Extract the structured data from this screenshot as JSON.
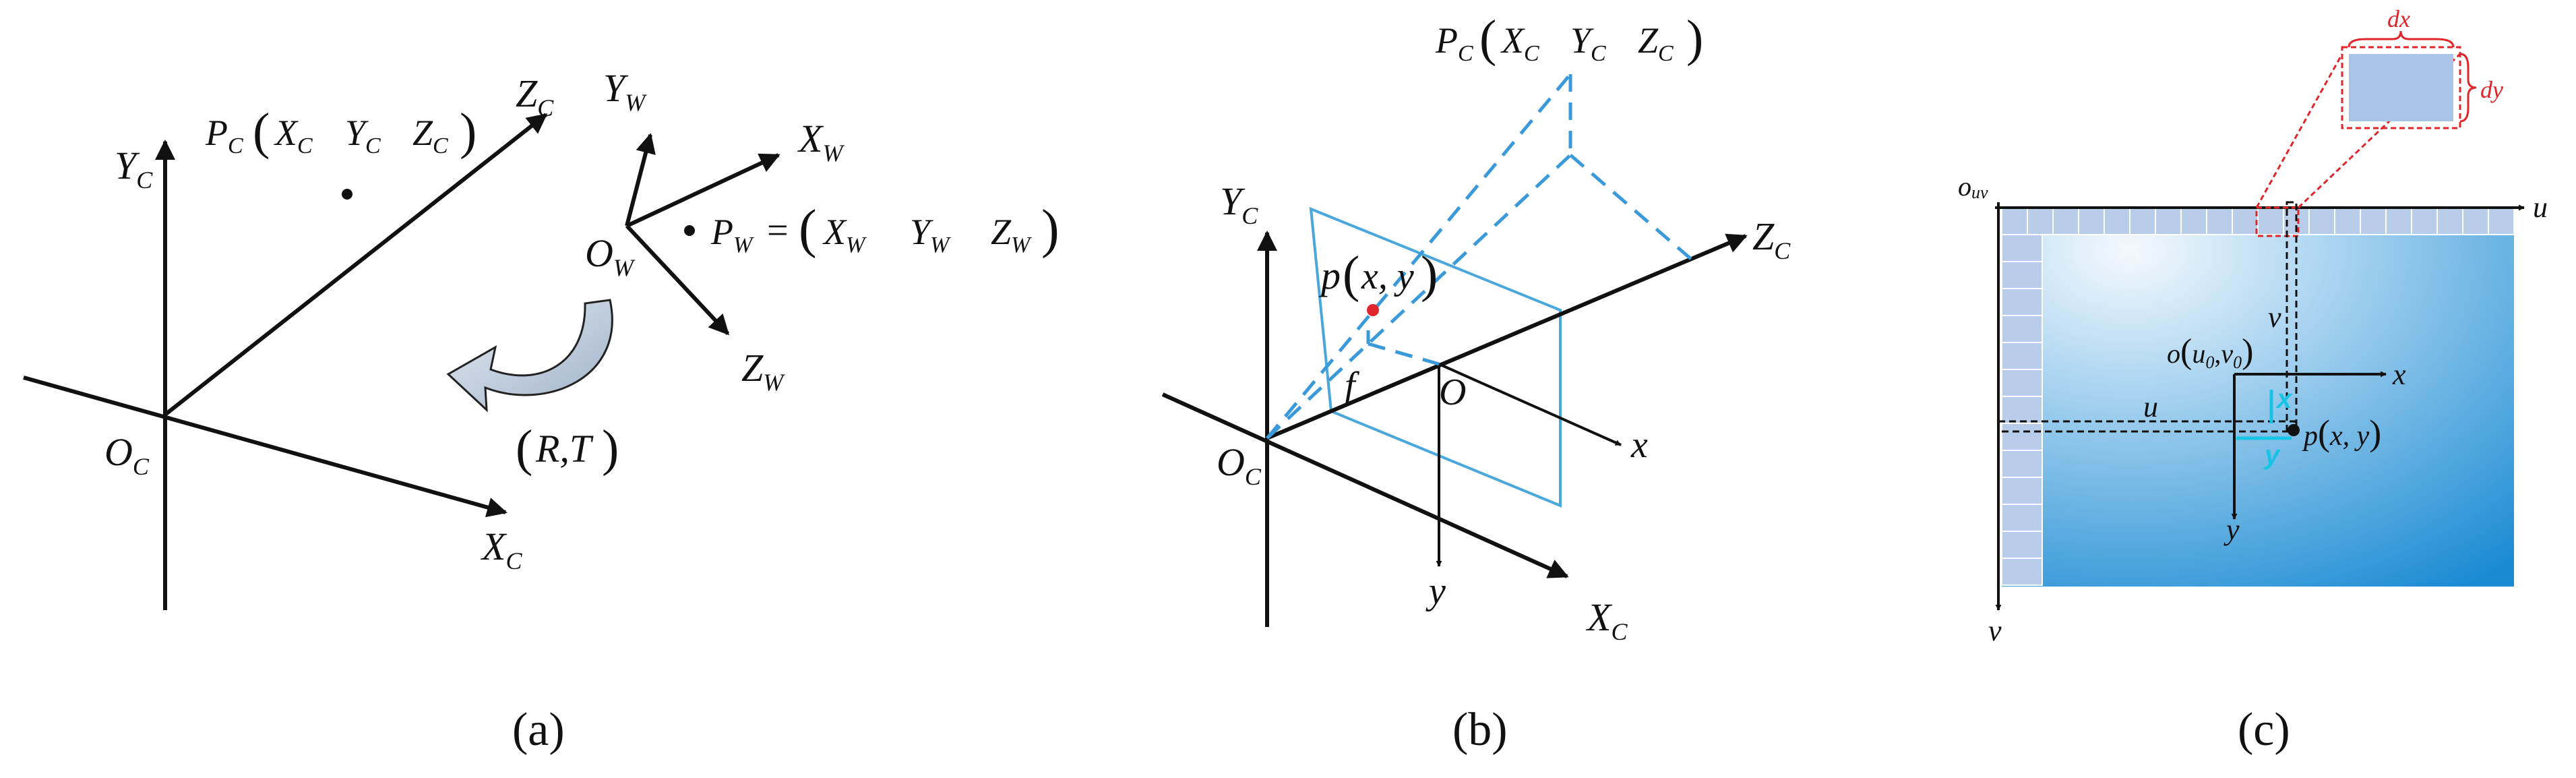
{
  "panels": {
    "a": {
      "caption": "(a)",
      "yc": "Y",
      "yc_sub": "C",
      "zc": "Z",
      "zc_sub": "C",
      "xc": "X",
      "xc_sub": "C",
      "oc": "O",
      "oc_sub": "C",
      "pc": "P",
      "pc_sub": "C",
      "pc_x": "X",
      "pc_y": "Y",
      "pc_z": "Z",
      "pc_coord_sub": "C",
      "yw": "Y",
      "yw_sub": "W",
      "xw": "X",
      "xw_sub": "W",
      "zw": "Z",
      "zw_sub": "W",
      "ow": "O",
      "ow_sub": "W",
      "pw": "P",
      "pw_sub": "W",
      "pw_eq": "=",
      "pw_x": "X",
      "pw_y": "Y",
      "pw_z": "Z",
      "pw_coord_sub": "W",
      "rt": "R,T"
    },
    "b": {
      "caption": "(b)",
      "pc": "P",
      "pc_sub": "C",
      "pc_x": "X",
      "pc_y": "Y",
      "pc_z": "Z",
      "pc_coord_sub": "C",
      "yc": "Y",
      "yc_sub": "C",
      "zc": "Z",
      "zc_sub": "C",
      "xc": "X",
      "xc_sub": "C",
      "oc": "O",
      "oc_sub": "C",
      "p_label": "p",
      "p_coords": "x, y",
      "f": "f",
      "o": "O",
      "x": "x",
      "y": "y"
    },
    "c": {
      "caption": "(c)",
      "dx": "dx",
      "dy": "dy",
      "ouv": "o",
      "ouv_sub": "uv",
      "u_axis": "u",
      "v_axis": "v",
      "v_mid": "v",
      "u_mid": "u",
      "origin": "o",
      "origin_u": "u",
      "origin_v": "v",
      "origin_sub": "0",
      "x": "x",
      "y": "y",
      "p_label": "p",
      "p_coords": "x, y",
      "cyan_x": "x",
      "cyan_y": "y"
    }
  },
  "colors": {
    "axis": "#111111",
    "dashed_blue": "#3a9ad9",
    "plane_blue": "#4aa7dc",
    "red": "#e0262a",
    "cyan": "#19c3e6",
    "image_gradient_light": "#eef6fc",
    "image_gradient_dark": "#1b8fd6",
    "grid_cell": "#b8cde9",
    "curved_arrow": "#b9c8da"
  }
}
